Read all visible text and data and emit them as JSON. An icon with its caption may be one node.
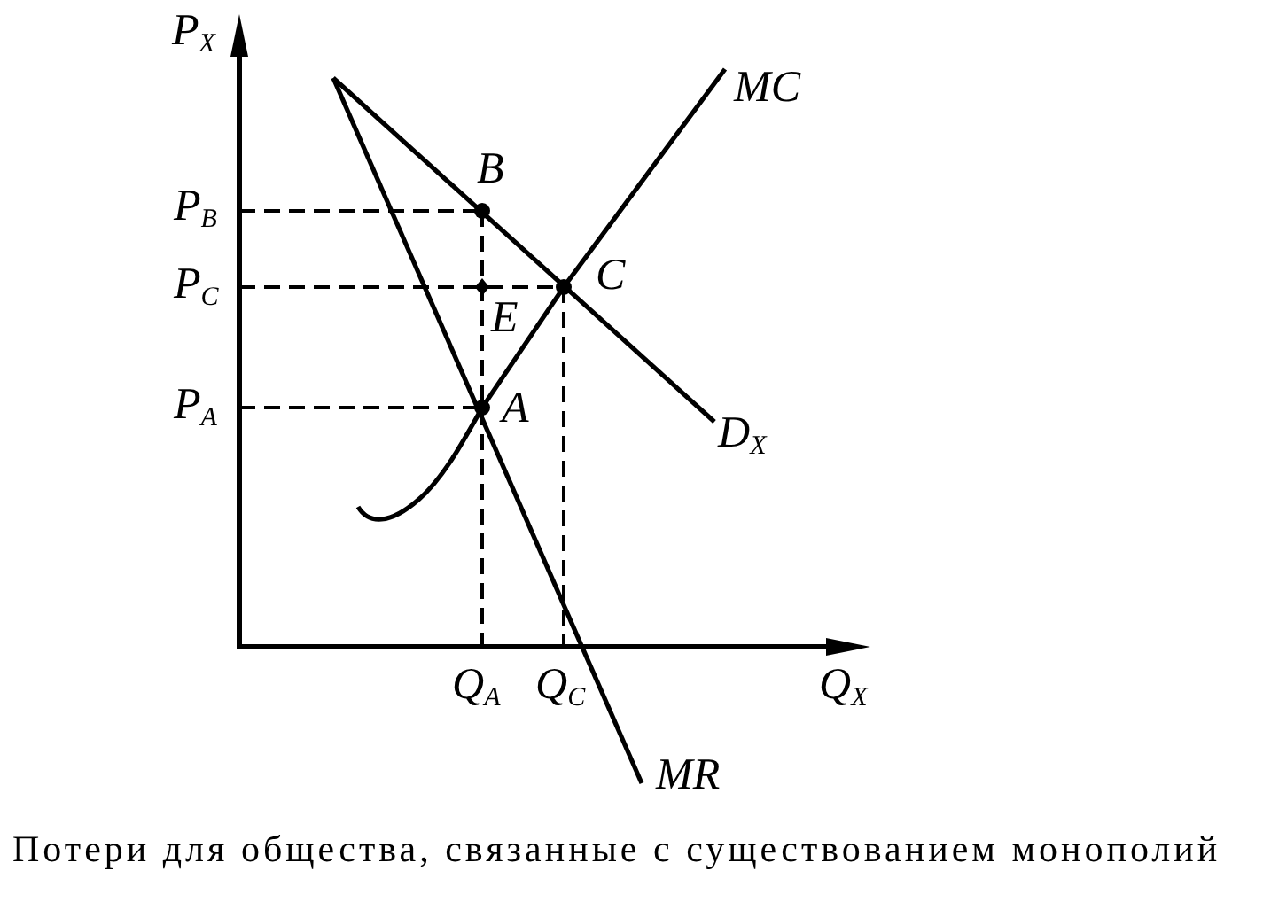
{
  "diagram": {
    "caption": "Потери для общества, связанные с существованием монополий",
    "labels": [
      "P$_{X}$",
      "MC",
      "B",
      "P$_{B}$",
      "P$_{C}$",
      "C",
      "E",
      "P$_{A}$",
      "A",
      "D$_{X}$",
      "Q$_{A}$",
      "Q$_{C}$",
      "Q$_{X}$",
      "MR"
    ]
  }
}
